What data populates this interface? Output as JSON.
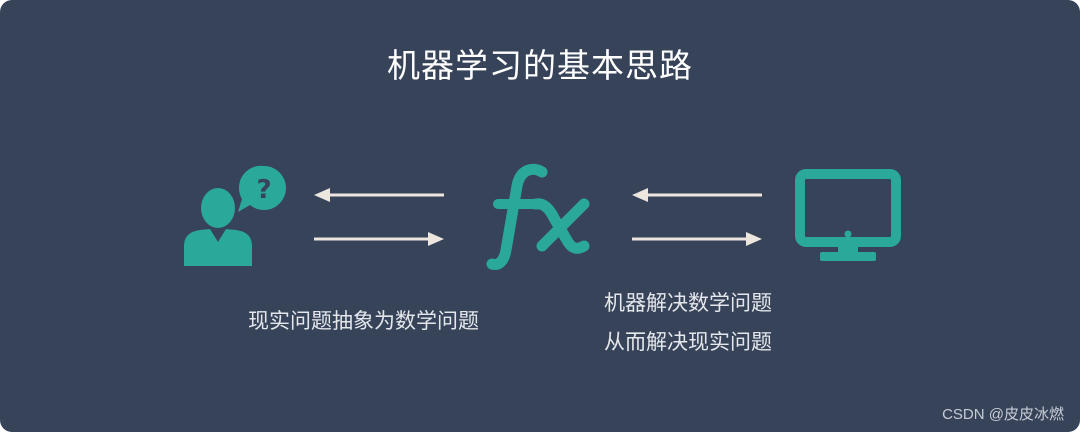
{
  "title": "机器学习的基本思路",
  "icons": {
    "person": "person-question-icon",
    "function": "function-fx-icon",
    "computer": "computer-monitor-icon",
    "accent_color": "#2aa89a"
  },
  "captions": {
    "left": "现实问题抽象为数学问题",
    "right_line1": "机器解决数学问题",
    "right_line2": "从而解决现实问题"
  },
  "watermark": "CSDN @皮皮冰燃",
  "colors": {
    "background": "#374359",
    "accent": "#2aa89a",
    "arrow": "#ece6df",
    "text": "#ffffff"
  }
}
